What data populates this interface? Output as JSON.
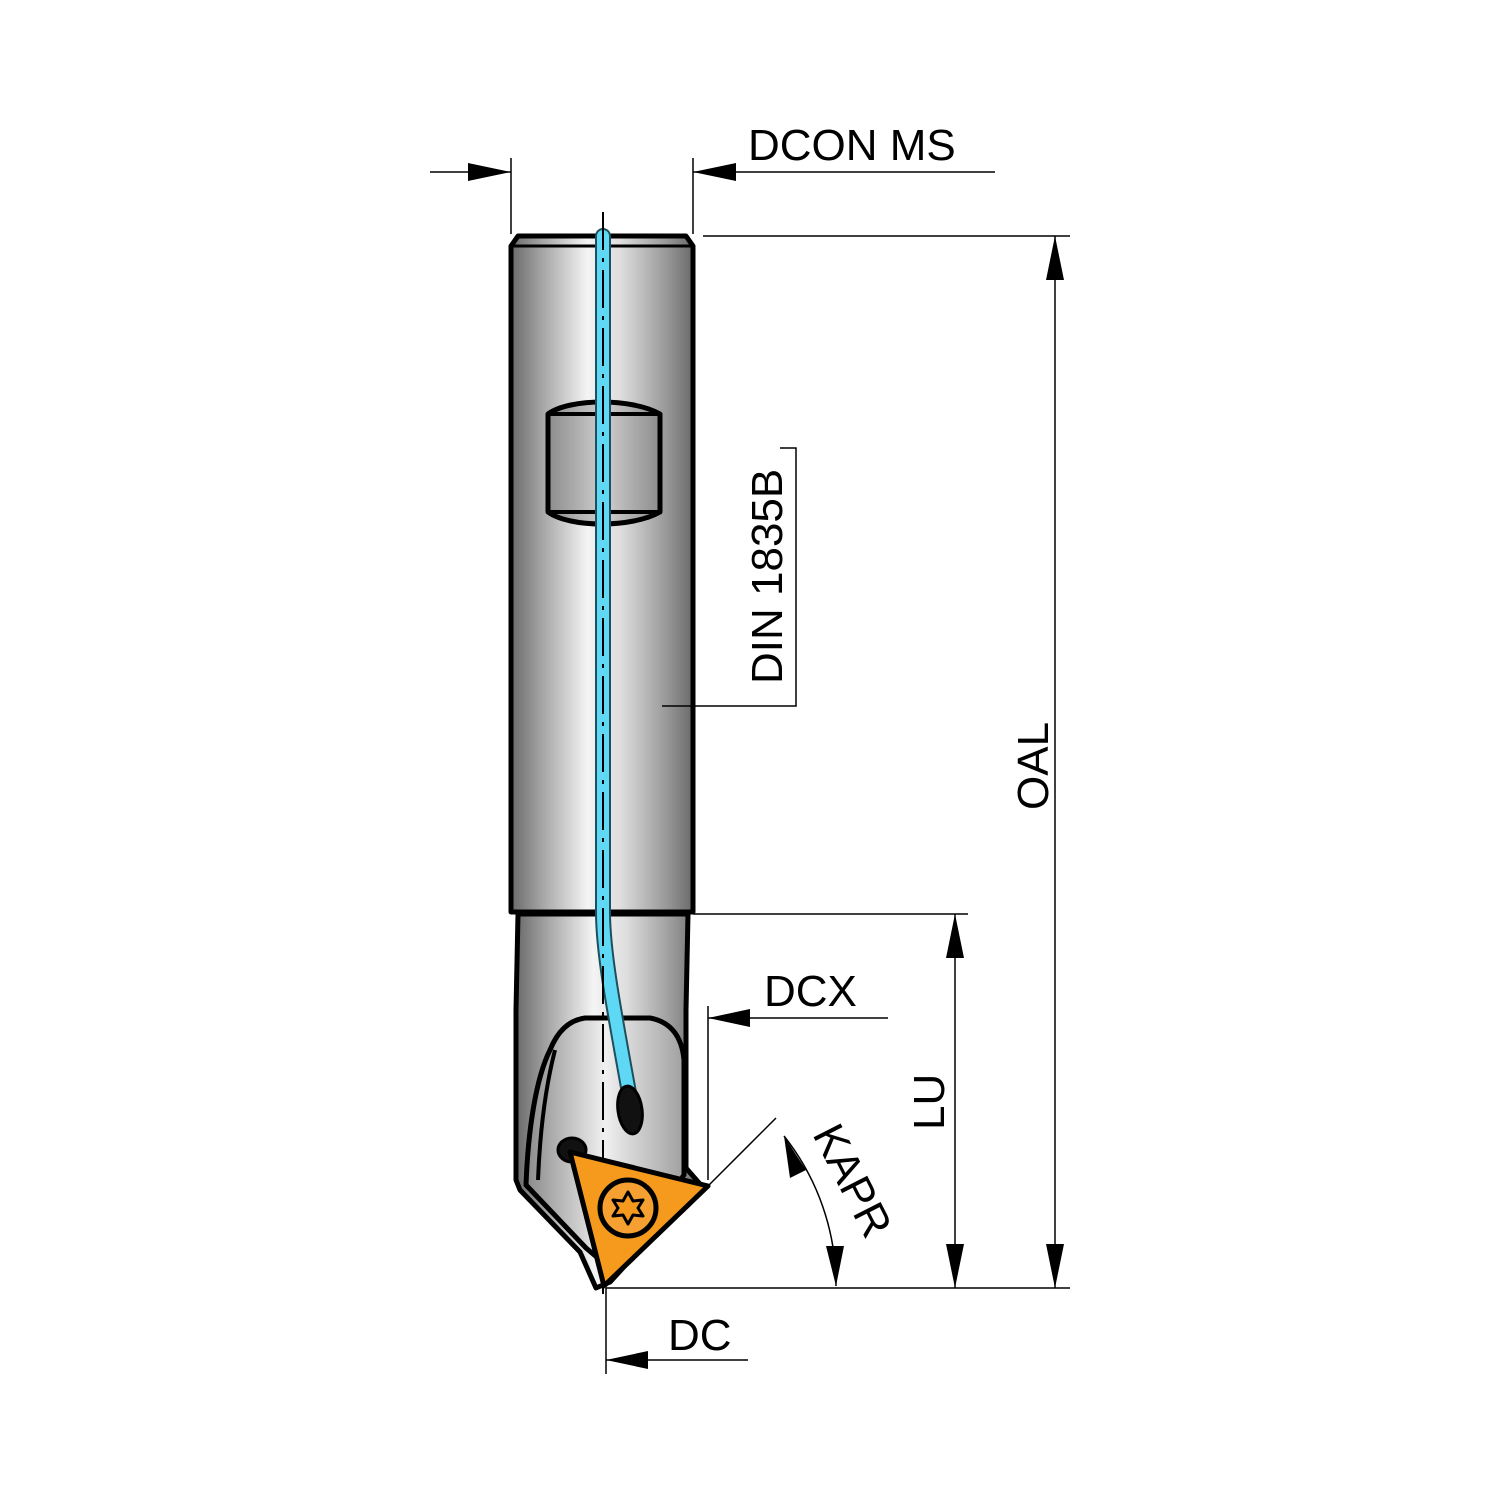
{
  "labels": {
    "dcon_ms": "DCON MS",
    "din": "DIN 1835B",
    "oal": "OAL",
    "lu": "LU",
    "dcx": "DCX",
    "kapr": "KAPR",
    "dc": "DC"
  },
  "colors": {
    "outline": "#000000",
    "coolant": "#5fd8f5",
    "insert": "#f59a1d",
    "steel_dark": "#6f6f6f",
    "steel_light": "#f2f2f2"
  }
}
